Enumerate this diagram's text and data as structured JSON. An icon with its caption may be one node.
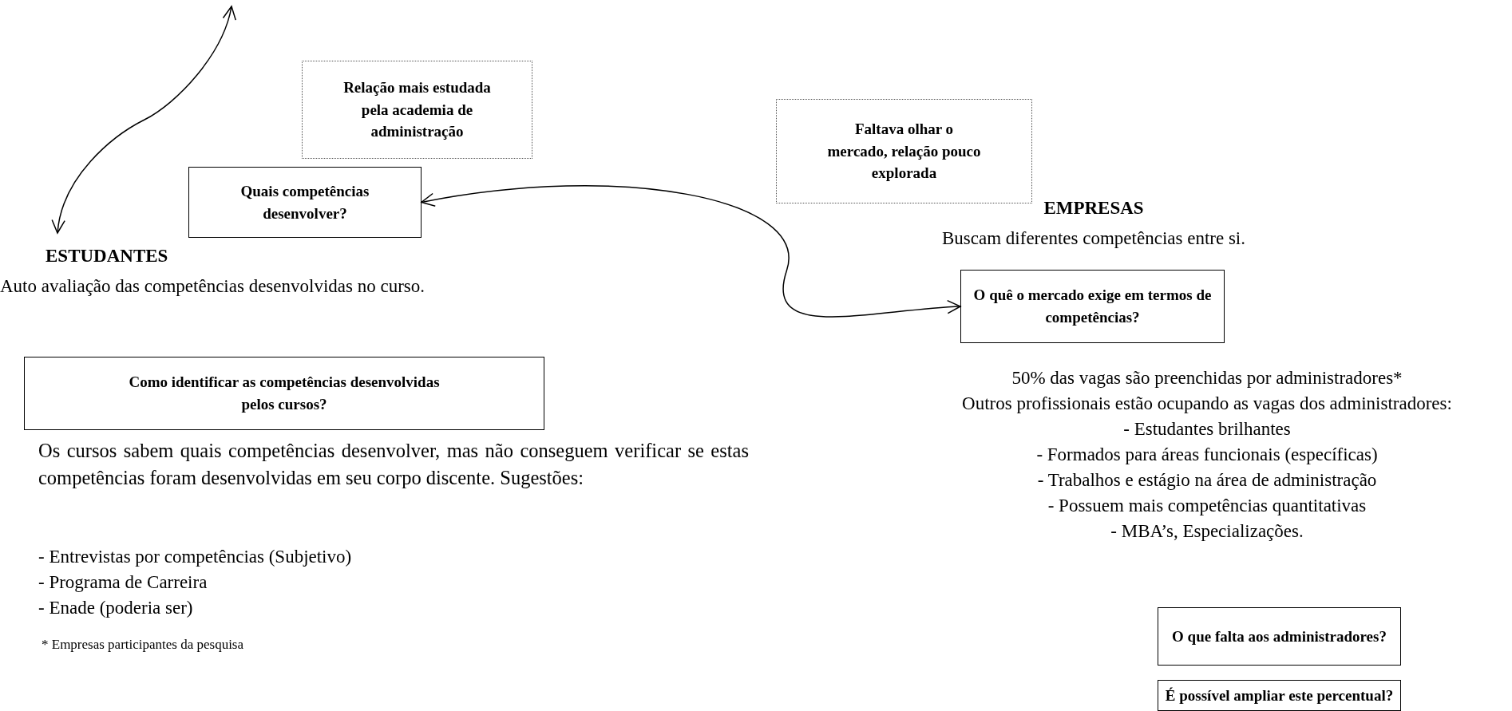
{
  "diagram": {
    "nodes": [
      {
        "text": [
          "Relação mais estudada pela academia de administração"
        ]
      },
      {
        "text": [
          "Quais competências desenvolver?"
        ]
      },
      {
        "text": [
          "Faltava olhar o mercado, relação pouco explorada"
        ]
      },
      {
        "text": [
          "ESTUDANTES",
          "Auto avaliação das competências desenvolvidas no curso."
        ]
      },
      {
        "text": [
          "Como identificar as competências desenvolvidas pelos cursos?"
        ]
      },
      {
        "text": [
          "EMPRESAS",
          "Buscam diferentes competências entre si."
        ]
      },
      {
        "text": [
          "O quê o mercado exige em termos de competências?"
        ]
      },
      {
        "text": [
          "O que falta aos administradores?"
        ]
      },
      {
        "text": [
          "É possível ampliar este percentual?"
        ]
      }
    ],
    "edges": [
      {
        "from": null,
        "to": 3,
        "arrow": "both"
      },
      {
        "from": 1,
        "to": 6,
        "arrow": "both"
      }
    ],
    "labels": [
      "Os cursos sabem quais competências desenvolver, mas não conseguem verificar se estas competências foram desenvolvidas em seu corpo discente. Sugestões:",
      "- Entrevistas por competências (Subjetivo)",
      "- Programa de Carreira",
      "- Enade (poderia ser)",
      "* Empresas participantes da pesquisa",
      "50% das vagas são preenchidas por administradores*",
      "Outros profissionais estão ocupando as vagas dos administradores:",
      "- Estudantes brilhantes",
      "- Formados para áreas funcionais (específicas)",
      "- Trabalhos e estágio na área de administração",
      "- Possuem mais competências quantitativas",
      "- MBA’s, Especializações."
    ]
  }
}
